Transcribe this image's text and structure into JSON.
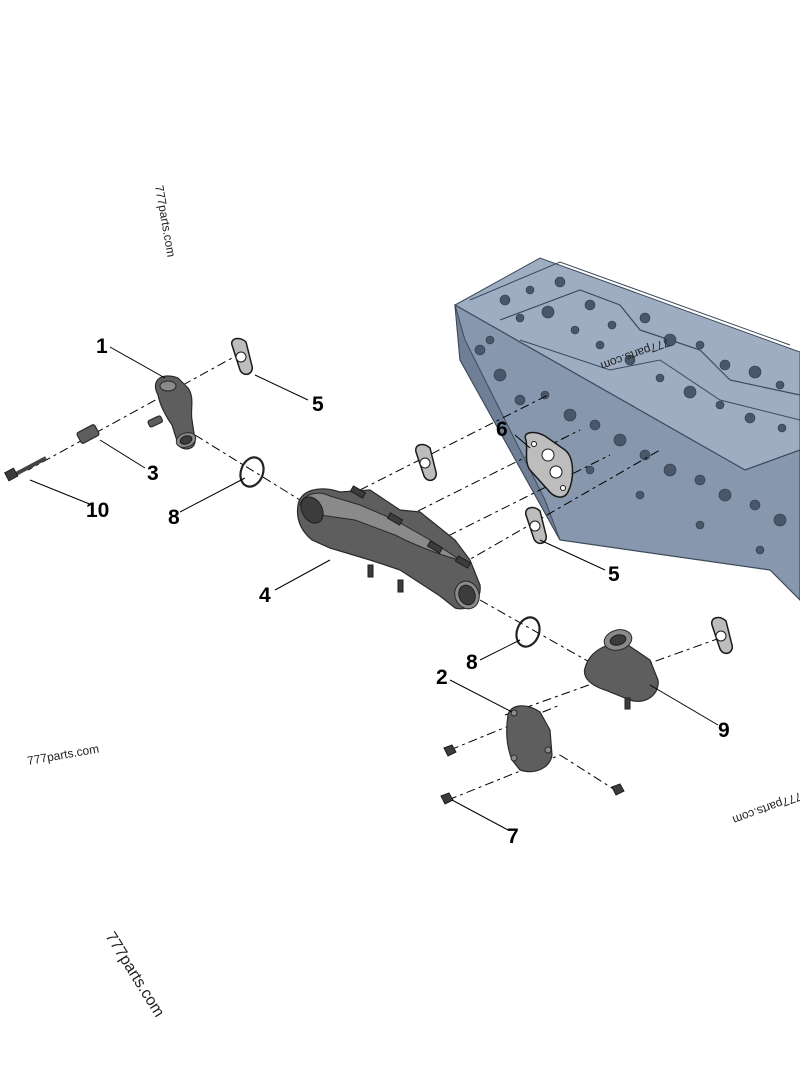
{
  "diagram": {
    "callouts": [
      {
        "id": "c1",
        "label": "1"
      },
      {
        "id": "c2",
        "label": "2"
      },
      {
        "id": "c3",
        "label": "3"
      },
      {
        "id": "c4",
        "label": "4"
      },
      {
        "id": "c5a",
        "label": "5"
      },
      {
        "id": "c5b",
        "label": "5"
      },
      {
        "id": "c6",
        "label": "6"
      },
      {
        "id": "c7",
        "label": "7"
      },
      {
        "id": "c8a",
        "label": "8"
      },
      {
        "id": "c8b",
        "label": "8"
      },
      {
        "id": "c9",
        "label": "9"
      },
      {
        "id": "c10",
        "label": "10"
      }
    ],
    "watermarks": [
      "777parts.com",
      "777parts.com",
      "777parts.com",
      "777parts.com",
      "777parts.com"
    ]
  }
}
